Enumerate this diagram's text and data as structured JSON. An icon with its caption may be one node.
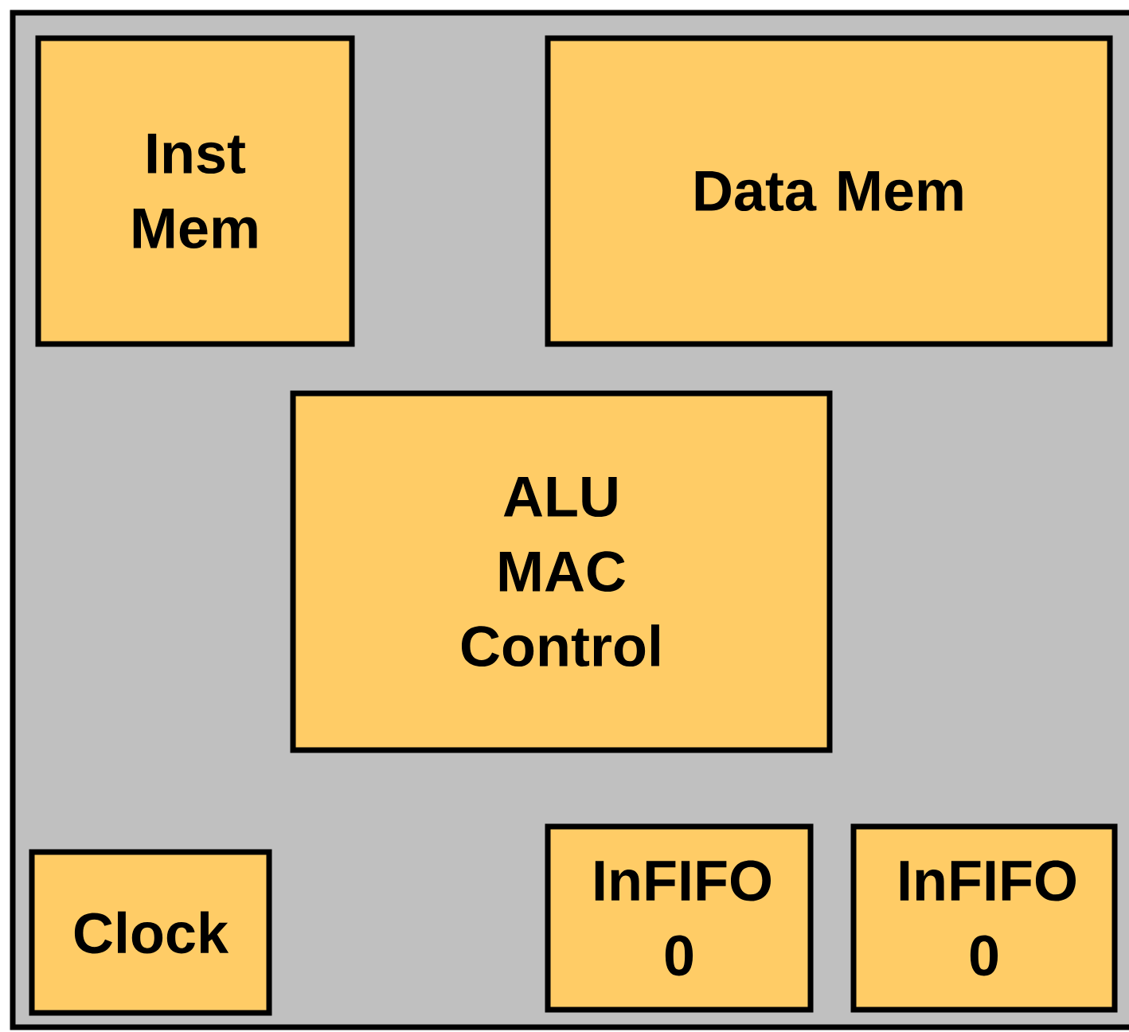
{
  "diagram": {
    "nodes": [
      {
        "text": [],
        "shape": "box"
      },
      {
        "text": [
          "Inst Mem"
        ],
        "in": 0
      },
      {
        "text": [
          "Data Mem"
        ],
        "in": 0
      },
      {
        "text": [
          "ALU",
          "MAC",
          "Control"
        ],
        "in": 0
      },
      {
        "text": [
          "Clock"
        ],
        "in": 0
      },
      {
        "text": [
          "InFIFO 0"
        ],
        "in": 0
      },
      {
        "text": [
          "InFIFO 0"
        ],
        "in": 0
      }
    ]
  }
}
